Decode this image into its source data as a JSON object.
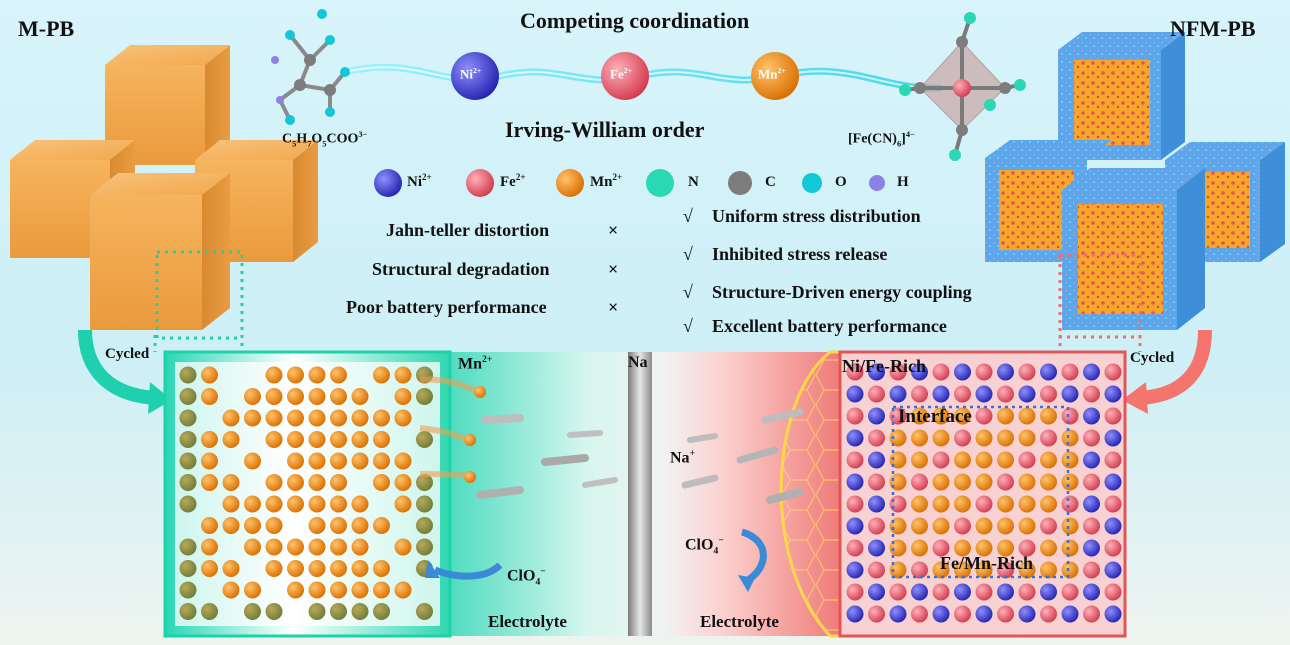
{
  "labels": {
    "left_title": "M-PB",
    "right_title": "NFM-PB",
    "competing": "Competing coordination",
    "irving": "Irving-William  order",
    "ligand_left": {
      "base": "C",
      "s1": "5",
      "m1": "H",
      "s2": "7",
      "m2": "O",
      "s3": "5",
      "m3": "COO",
      "sup": "3−"
    },
    "ligand_right": {
      "base": "[Fe(CN)",
      "sub": "6",
      "close": "]",
      "sup": "4−"
    },
    "cycled_left": "Cycled",
    "cycled_right": "Cycled",
    "na": "Na",
    "na_ion": "Na",
    "na_ion_sup": "+",
    "mn_ion": "Mn",
    "mn_ion_sup": "2+",
    "clo4_base": "ClO",
    "clo4_sub": "4",
    "clo4_sup": "−",
    "electrolyte_left": "Electrolyte",
    "electrolyte_right": "Electrolyte",
    "ni_fe_rich": "Ni/Fe-Rich",
    "interface": "Interface",
    "fe_mn_rich": "Fe/Mn-Rich"
  },
  "chain_ions": [
    {
      "symbol": "Ni",
      "charge": "2+",
      "color": "#3a3ad0"
    },
    {
      "symbol": "Fe",
      "charge": "2+",
      "color": "#e05a6a"
    },
    {
      "symbol": "Mn",
      "charge": "2+",
      "color": "#e98a10"
    }
  ],
  "legend": [
    {
      "label": "Ni",
      "sup": "2+",
      "color": "#3838d8"
    },
    {
      "label": "Fe",
      "sup": "2+",
      "color": "#e25a68"
    },
    {
      "label": "Mn",
      "sup": "2+",
      "color": "#ec8812"
    },
    {
      "label": "N",
      "sup": "",
      "color": "#2ad8b4"
    },
    {
      "label": "C",
      "sup": "",
      "color": "#7c7c7c"
    },
    {
      "label": "O",
      "sup": "",
      "color": "#12c8d8"
    },
    {
      "label": "H",
      "sup": "",
      "color": "#8a82e6"
    }
  ],
  "drawbacks": [
    {
      "text": "Jahn-teller distortion",
      "mark": "×"
    },
    {
      "text": "Structural degradation",
      "mark": "×"
    },
    {
      "text": "Poor battery performance",
      "mark": "×"
    }
  ],
  "advantages": [
    {
      "mark": "√",
      "text": "Uniform stress distribution"
    },
    {
      "mark": "√",
      "text": "Inhibited stress release"
    },
    {
      "mark": "√",
      "text": "Structure-Driven energy coupling"
    },
    {
      "mark": "√",
      "text": "Excellent battery performance"
    }
  ],
  "colors": {
    "ni": "#3838d8",
    "fe": "#e25a68",
    "mn": "#ec8812",
    "cube": "#f3a64a",
    "shell": "#5aa6ec",
    "teal": "#19d3ae",
    "red": "#f0796f"
  }
}
